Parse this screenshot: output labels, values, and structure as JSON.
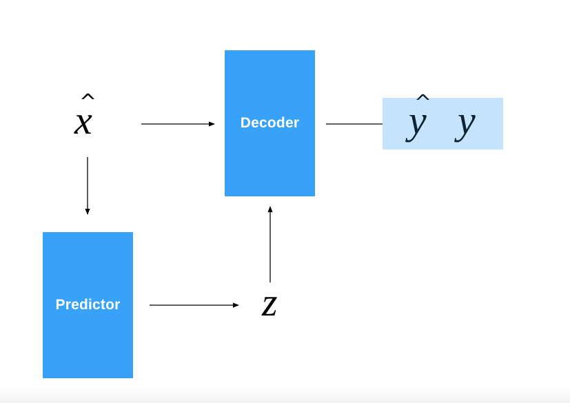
{
  "diagram": {
    "decoder": {
      "label": "Decoder"
    },
    "predictor": {
      "label": "Predictor"
    },
    "variables": {
      "x_hat": {
        "symbol": "x",
        "accent": "^"
      },
      "z": {
        "symbol": "z"
      },
      "y_hat": {
        "symbol": "y",
        "accent": "^"
      },
      "y": {
        "symbol": "y"
      }
    },
    "edges": [
      {
        "from": "x_hat",
        "to": "decoder"
      },
      {
        "from": "x_hat",
        "to": "predictor"
      },
      {
        "from": "predictor",
        "to": "z"
      },
      {
        "from": "z",
        "to": "decoder"
      },
      {
        "from": "decoder",
        "to": "output"
      }
    ]
  },
  "colors": {
    "block": "#37a2f7",
    "output_box": "#c5e3fb",
    "arrow": "#000000"
  }
}
